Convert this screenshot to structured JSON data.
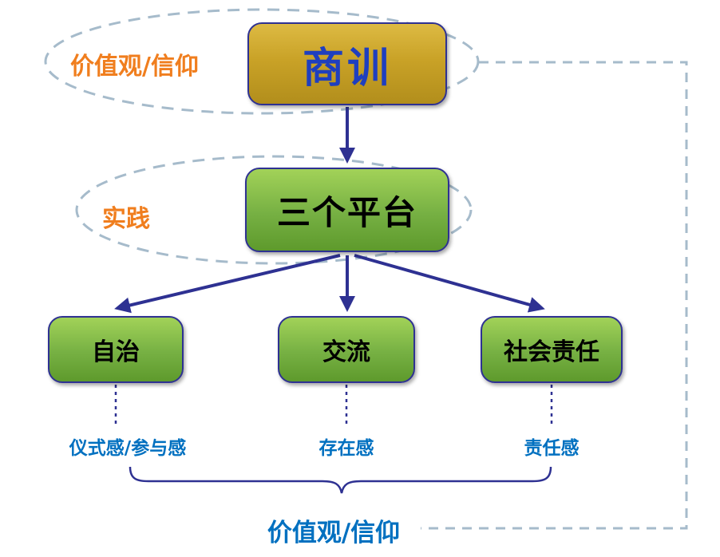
{
  "diagram": {
    "top": {
      "box_label": "商训",
      "ellipse_label": "价值观/信仰"
    },
    "middle": {
      "box_label": "三个平台",
      "ellipse_label": "实践"
    },
    "children": [
      {
        "label": "自治",
        "feeling": "仪式感/参与感"
      },
      {
        "label": "交流",
        "feeling": "存在感"
      },
      {
        "label": "社会责任",
        "feeling": "责任感"
      }
    ],
    "bottom_label": "价值观/信仰"
  },
  "colors": {
    "gold_box": "#C9A227",
    "green_box": "#76B043",
    "arrow": "#2E3192",
    "dashed_ellipse": "#A6BBCB",
    "orange_label": "#F07E1E",
    "blue_label": "#0070C0",
    "top_box_text": "#1F3FBF"
  }
}
